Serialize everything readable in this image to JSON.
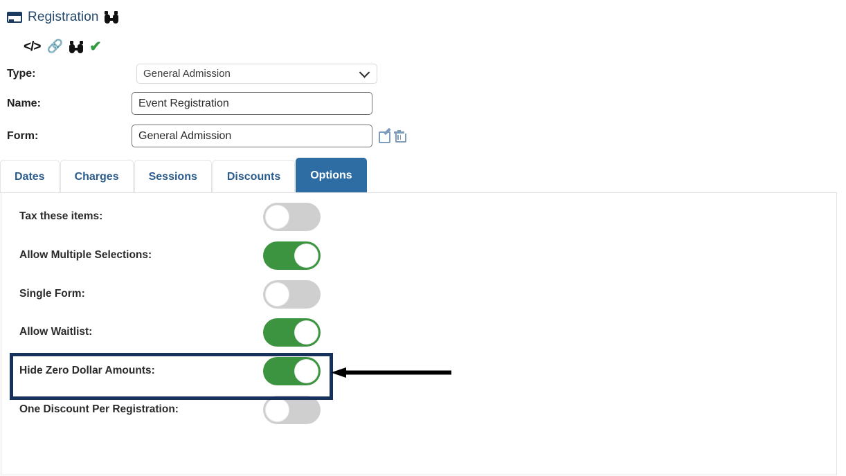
{
  "header": {
    "title": "Registration",
    "card_icon": "credit-card-icon",
    "binoculars_icon": "binoculars-icon"
  },
  "toolbar": {
    "code_icon_glyph": "</>",
    "link_icon_glyph": "ὑ7",
    "check_icon_glyph": "✔",
    "icons": [
      "code-icon",
      "link-icon",
      "binoculars-icon",
      "check-icon"
    ]
  },
  "fields": [
    {
      "label": "Type:",
      "value": "General Admission",
      "control": "select"
    },
    {
      "label": "Name:",
      "value": "Event Registration",
      "control": "text"
    },
    {
      "label": "Form:",
      "value": "General Admission",
      "control": "text",
      "actions": [
        "edit-icon",
        "delete-icon"
      ]
    }
  ],
  "tabs": [
    {
      "label": "Dates",
      "active": false
    },
    {
      "label": "Charges",
      "active": false
    },
    {
      "label": "Sessions",
      "active": false
    },
    {
      "label": "Discounts",
      "active": false
    },
    {
      "label": "Options",
      "active": true
    }
  ],
  "options": [
    {
      "label": "Tax these items:",
      "state": "off"
    },
    {
      "label": "Allow Multiple Selections:",
      "state": "on"
    },
    {
      "label": "Single Form:",
      "state": "off"
    },
    {
      "label": "Allow Waitlist:",
      "state": "on"
    },
    {
      "label": "Hide Zero Dollar Amounts:",
      "state": "on"
    },
    {
      "label": "One Discount Per Registration:",
      "state": "off"
    }
  ],
  "annotation": {
    "highlight_target": "Hide Zero Dollar Amounts:",
    "highlight_color": "#16325c",
    "arrow_color": "#000000",
    "arrow_direction": "left"
  },
  "colors": {
    "tab_active_bg": "#2e6da4",
    "tab_text": "#2a5c8d",
    "toggle_on": "#3c9440",
    "toggle_off": "#cfcfcf",
    "header_text": "#24476b",
    "check_green": "#2e9b3f",
    "action_icon": "#7d9cbb"
  }
}
